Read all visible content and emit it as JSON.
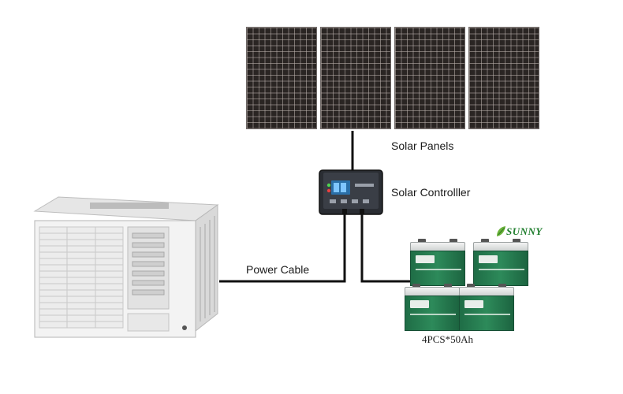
{
  "labels": {
    "solar_panels": "Solar Panels",
    "solar_controller": "Solar Controlller",
    "power_cable": "Power Cable",
    "battery_spec": "4PCS*50Ah"
  },
  "brand": {
    "name": "SUNNY",
    "color": "#1e7d2c",
    "leaf_color": "#6ab23a"
  },
  "components": {
    "panel_count": 4,
    "battery_count": 4
  },
  "colors": {
    "panel": "#2a2523",
    "battery": "#2d8a5a",
    "cable": "#111111",
    "ac_unit": "#f2f2f2"
  }
}
